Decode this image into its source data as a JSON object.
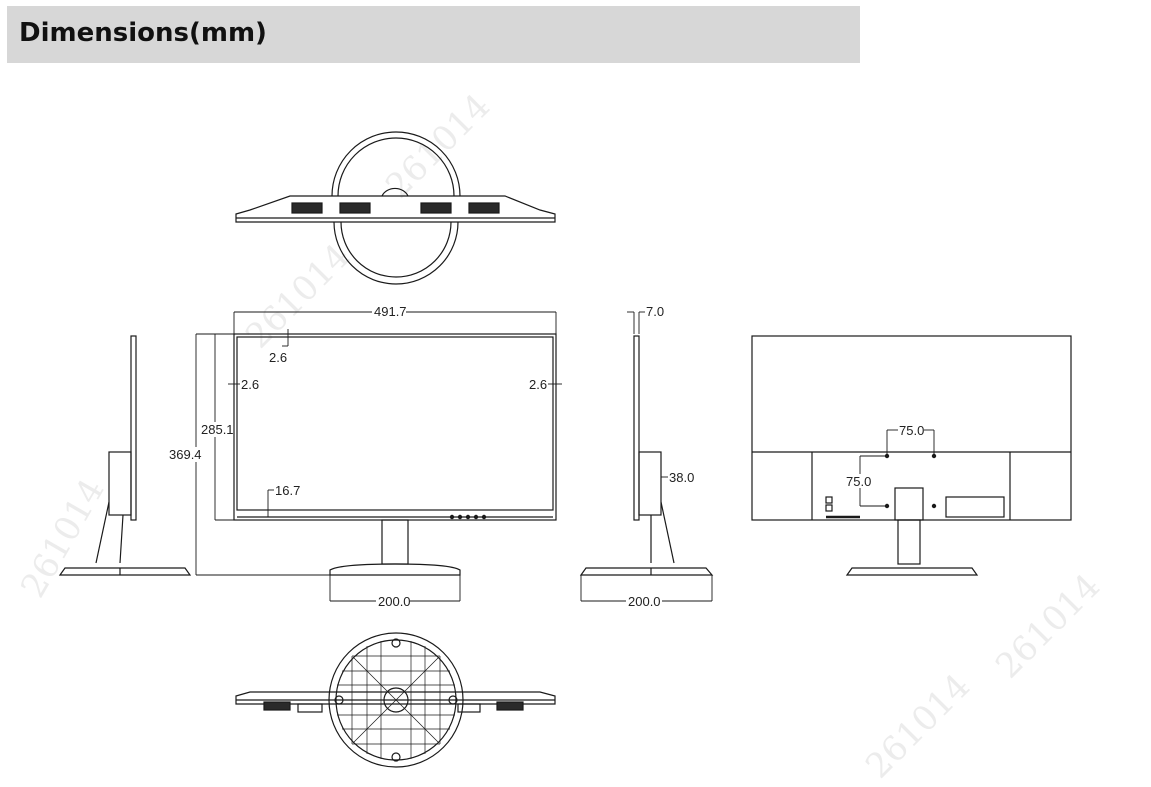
{
  "header": {
    "title": "Dimensions(mm)"
  },
  "watermark": {
    "text": "261014"
  },
  "dimensions": {
    "width": "491.7",
    "bezel_top": "2.6",
    "bezel_left": "2.6",
    "bezel_right": "2.6",
    "panel_height": "285.1",
    "total_height": "369.4",
    "chin": "16.7",
    "thickness": "7.0",
    "stand_depth": "38.0",
    "base_width_front": "200.0",
    "base_width_side": "200.0",
    "vesa_horizontal": "75.0",
    "vesa_vertical": "75.0"
  },
  "colors": {
    "header_bg": "#d7d7d7",
    "line": "#1a1a1a"
  }
}
